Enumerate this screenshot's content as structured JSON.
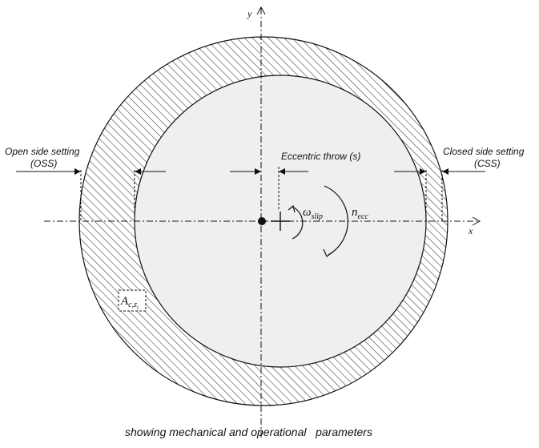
{
  "axes": {
    "x_label": "x",
    "y_label": "y"
  },
  "labels": {
    "oss_line1": "Open side setting",
    "oss_line2": "(OSS)",
    "css_line1": "Closed side setting",
    "css_line2": "(CSS)",
    "eccentric_throw": "Eccentric throw (s)",
    "omega": "ω",
    "omega_sub": "slip",
    "n": "n",
    "n_sub": "ecc",
    "area_main": "A",
    "area_sub": "c,z",
    "area_subsub": "i"
  },
  "caption": "showing mechanical and operational   parameters",
  "colors": {
    "mantle_fill": "#efefef",
    "hatch": "#333333",
    "line": "#111111"
  }
}
